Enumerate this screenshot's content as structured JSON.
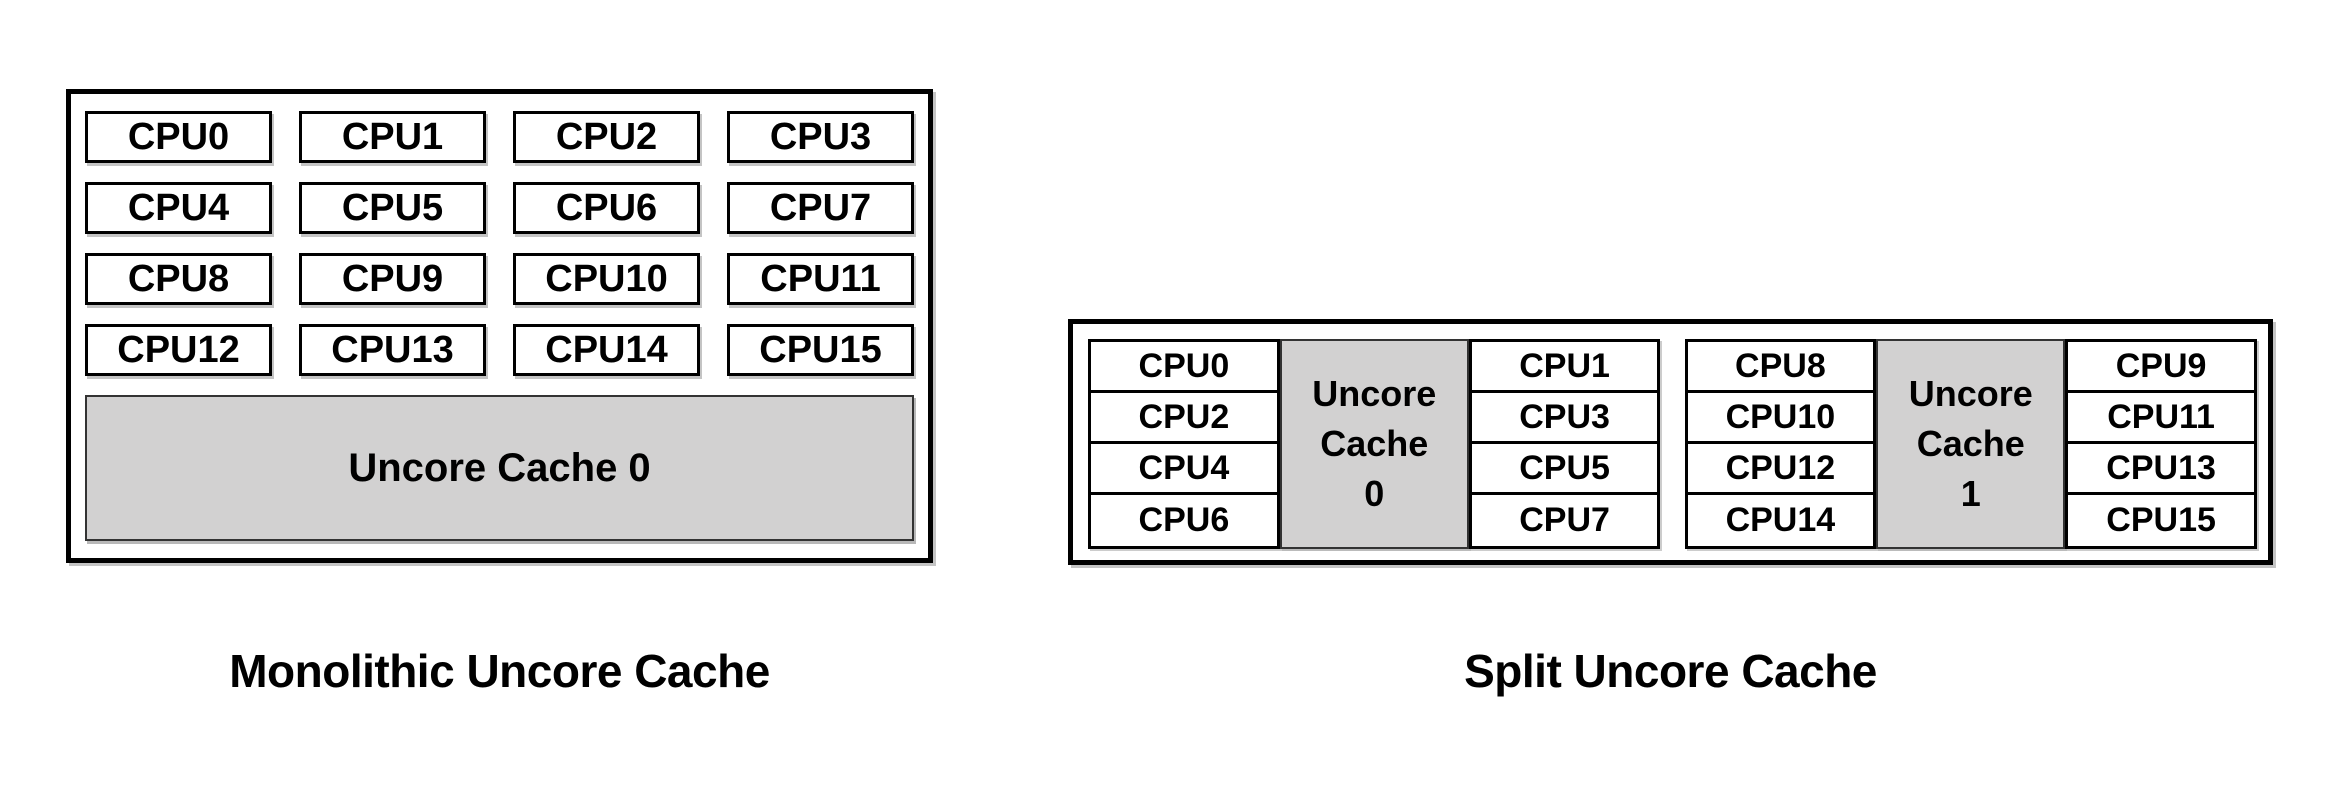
{
  "colors": {
    "background": "#ffffff",
    "box_border": "#000000",
    "cache_fill": "#d2d1d1",
    "cache_border": "#333333",
    "text": "#000000"
  },
  "monolithic": {
    "caption": "Monolithic Uncore Cache",
    "cache_label": "Uncore Cache 0",
    "cpus": [
      "CPU0",
      "CPU1",
      "CPU2",
      "CPU3",
      "CPU4",
      "CPU5",
      "CPU6",
      "CPU7",
      "CPU8",
      "CPU9",
      "CPU10",
      "CPU11",
      "CPU12",
      "CPU13",
      "CPU14",
      "CPU15"
    ]
  },
  "split": {
    "caption": "Split Uncore Cache",
    "clusters": [
      {
        "left_cpus": [
          "CPU0",
          "CPU2",
          "CPU4",
          "CPU6"
        ],
        "cache_lines": [
          "Uncore",
          "Cache",
          "0"
        ],
        "right_cpus": [
          "CPU1",
          "CPU3",
          "CPU5",
          "CPU7"
        ]
      },
      {
        "left_cpus": [
          "CPU8",
          "CPU10",
          "CPU12",
          "CPU14"
        ],
        "cache_lines": [
          "Uncore",
          "Cache",
          "1"
        ],
        "right_cpus": [
          "CPU9",
          "CPU11",
          "CPU13",
          "CPU15"
        ]
      }
    ]
  }
}
